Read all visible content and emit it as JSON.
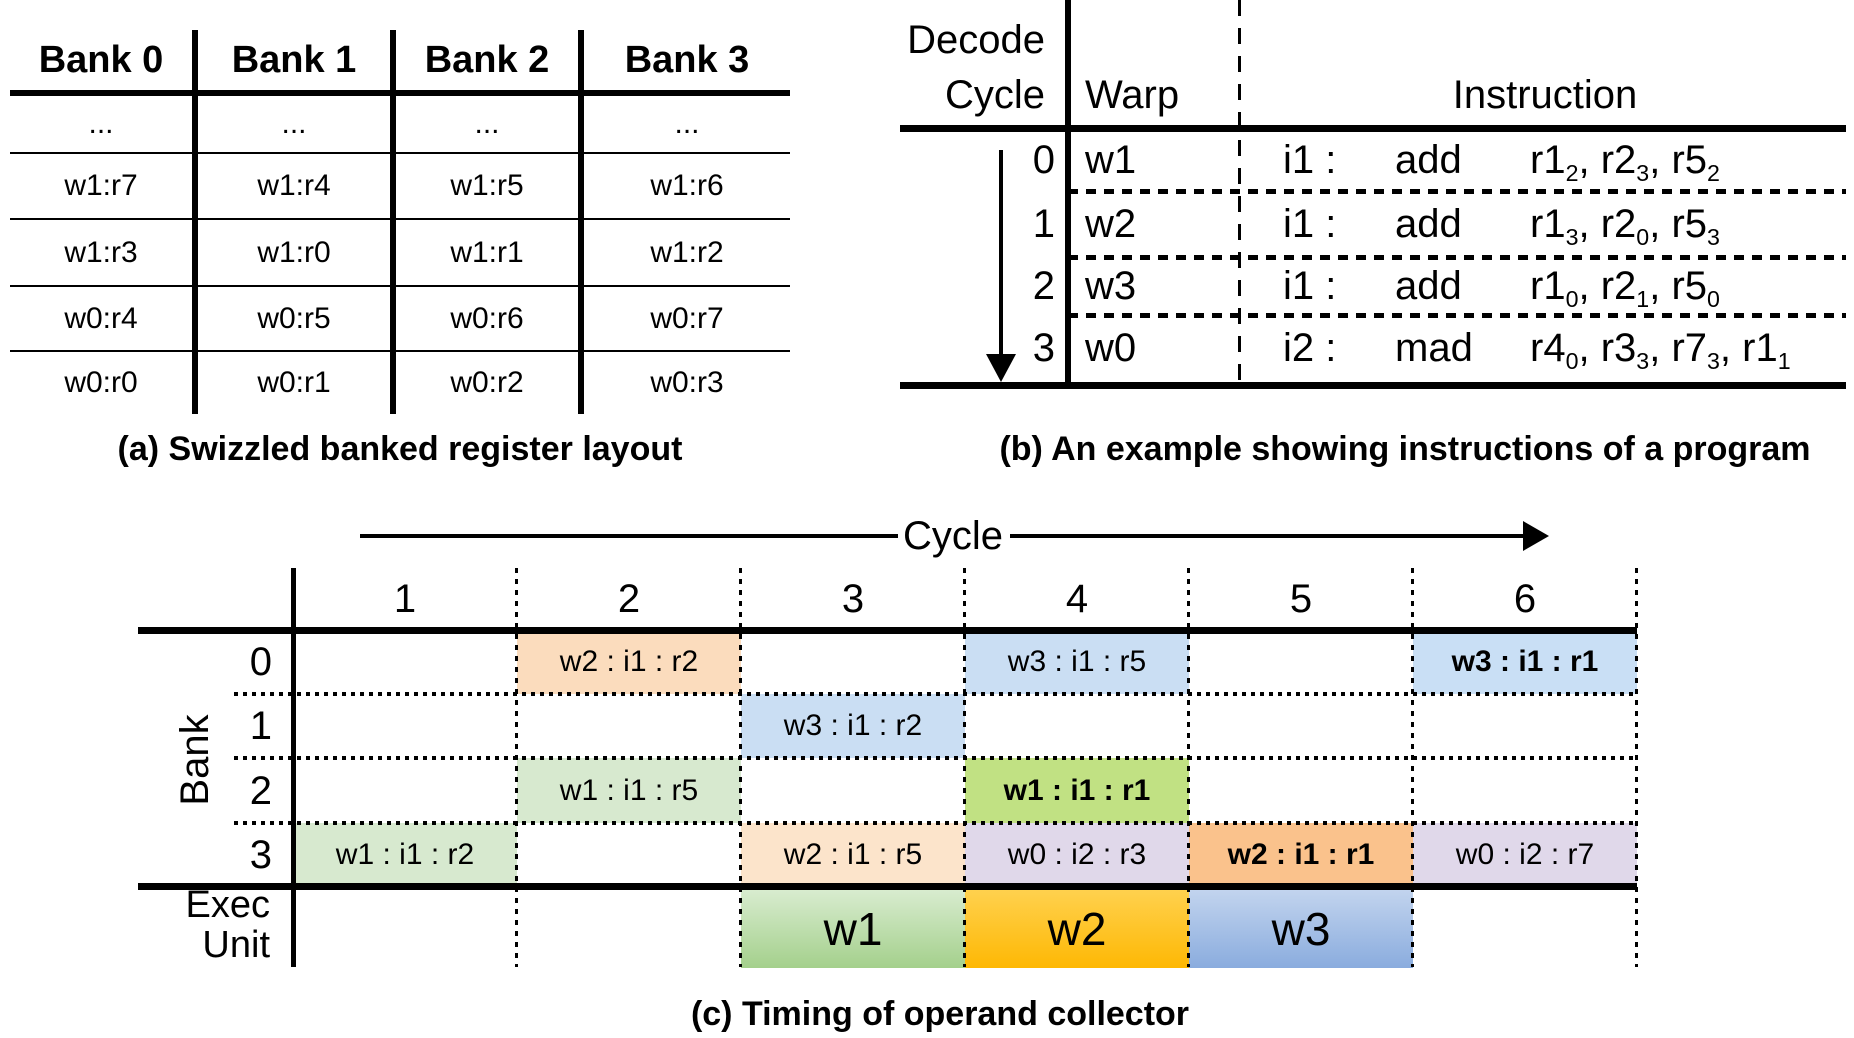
{
  "panel_a": {
    "caption": "(a) Swizzled banked register layout",
    "columns": [
      "Bank 0",
      "Bank 1",
      "Bank 2",
      "Bank 3"
    ],
    "rows": [
      [
        "...",
        "...",
        "...",
        "..."
      ],
      [
        "w1:r7",
        "w1:r4",
        "w1:r5",
        "w1:r6"
      ],
      [
        "w1:r3",
        "w1:r0",
        "w1:r1",
        "w1:r2"
      ],
      [
        "w0:r4",
        "w0:r5",
        "w0:r6",
        "w0:r7"
      ],
      [
        "w0:r0",
        "w0:r1",
        "w0:r2",
        "w0:r3"
      ]
    ]
  },
  "panel_b": {
    "caption": "(b) An example showing instructions of a program",
    "headers": {
      "col1_line1": "Decode",
      "col1_line2": "Cycle",
      "col2": "Warp",
      "col3": "Instruction"
    },
    "rows": [
      {
        "cycle": "0",
        "warp": "w1",
        "inum": "i1 :",
        "op": "add",
        "operands": [
          {
            "reg": "r1",
            "sub": "2"
          },
          {
            "reg": "r2",
            "sub": "3"
          },
          {
            "reg": "r5",
            "sub": "2"
          }
        ]
      },
      {
        "cycle": "1",
        "warp": "w2",
        "inum": "i1 :",
        "op": "add",
        "operands": [
          {
            "reg": "r1",
            "sub": "3"
          },
          {
            "reg": "r2",
            "sub": "0"
          },
          {
            "reg": "r5",
            "sub": "3"
          }
        ]
      },
      {
        "cycle": "2",
        "warp": "w3",
        "inum": "i1 :",
        "op": "add",
        "operands": [
          {
            "reg": "r1",
            "sub": "0"
          },
          {
            "reg": "r2",
            "sub": "1"
          },
          {
            "reg": "r5",
            "sub": "0"
          }
        ]
      },
      {
        "cycle": "3",
        "warp": "w0",
        "inum": "i2 :",
        "op": "mad",
        "operands": [
          {
            "reg": "r4",
            "sub": "0"
          },
          {
            "reg": "r3",
            "sub": "3"
          },
          {
            "reg": "r7",
            "sub": "3"
          },
          {
            "reg": "r1",
            "sub": "1"
          }
        ]
      }
    ]
  },
  "panel_c": {
    "caption": "(c) Timing of operand collector",
    "axis_label": "Cycle",
    "cycle_labels": [
      "1",
      "2",
      "3",
      "4",
      "5",
      "6"
    ],
    "bank_label": "Bank",
    "row_labels": [
      "0",
      "1",
      "2",
      "3"
    ],
    "exec_label_line1": "Exec",
    "exec_label_line2": "Unit",
    "cells": [
      {
        "bank": 0,
        "cycle": 2,
        "text": "w2 : i1 : r2",
        "bg": "#FBDCBD",
        "bold": false
      },
      {
        "bank": 0,
        "cycle": 4,
        "text": "w3 : i1 : r5",
        "bg": "#CADEF3",
        "bold": false
      },
      {
        "bank": 0,
        "cycle": 6,
        "text": "w3 : i1 : r1",
        "bg": "#C9DFF5",
        "bold": true
      },
      {
        "bank": 1,
        "cycle": 3,
        "text": "w3 : i1 : r2",
        "bg": "#CADEF3",
        "bold": false
      },
      {
        "bank": 2,
        "cycle": 2,
        "text": "w1 : i1 : r5",
        "bg": "#D7E9CF",
        "bold": false
      },
      {
        "bank": 2,
        "cycle": 4,
        "text": "w1 : i1 : r1",
        "bg": "#C1E183",
        "bold": true
      },
      {
        "bank": 3,
        "cycle": 1,
        "text": "w1 : i1 : r2",
        "bg": "#D7E9CF",
        "bold": false
      },
      {
        "bank": 3,
        "cycle": 3,
        "text": "w2 : i1 : r5",
        "bg": "#FCE4CB",
        "bold": false
      },
      {
        "bank": 3,
        "cycle": 4,
        "text": "w0 : i2 : r3",
        "bg": "#E0D8EA",
        "bold": false
      },
      {
        "bank": 3,
        "cycle": 5,
        "text": "w2 : i1 : r1",
        "bg": "#FAC28C",
        "bold": true
      },
      {
        "bank": 3,
        "cycle": 6,
        "text": "w0 : i2 : r7",
        "bg": "#E0D8EA",
        "bold": false
      }
    ],
    "exec_cells": [
      {
        "cycle": 3,
        "text": "w1",
        "from": "#D8ECCF",
        "to": "#A4D08C"
      },
      {
        "cycle": 4,
        "text": "w2",
        "from": "#FFD14E",
        "to": "#FEB804"
      },
      {
        "cycle": 5,
        "text": "w3",
        "from": "#C2D4EE",
        "to": "#8AACDE"
      }
    ]
  },
  "colors": {
    "line": "#000000",
    "text": "#000000",
    "background": "#FFFFFF"
  }
}
